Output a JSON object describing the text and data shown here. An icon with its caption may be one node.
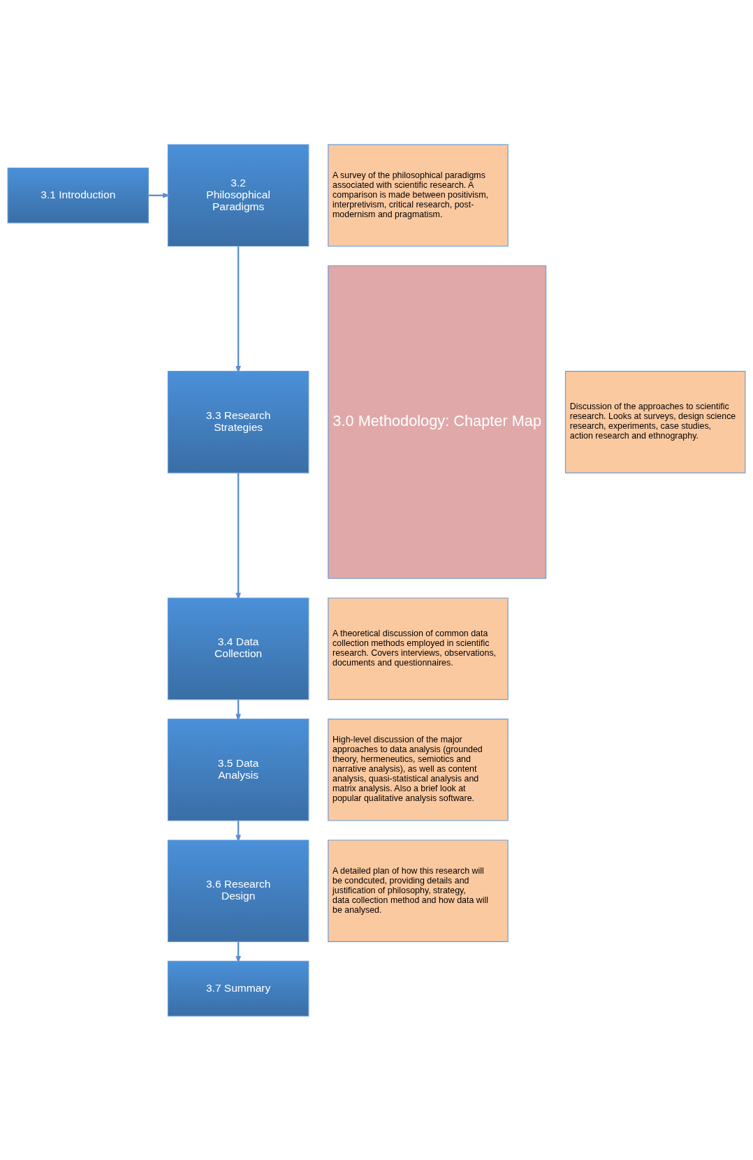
{
  "diagram": {
    "nodes": [
      {
        "text": [
          "3.1 Introduction"
        ]
      },
      {
        "text": [
          "3.2 Philosophical Paradigms"
        ]
      },
      {
        "text": [
          "A survey of the philosophical paradigms associated with scientific research. A comparison is made between positivism, interpretivism, critical research, post-modernism and pragmatism."
        ]
      },
      {
        "text": [
          "3.0 Methodology: Chapter Map"
        ]
      },
      {
        "text": [
          "3.3 Research Strategies"
        ]
      },
      {
        "text": [
          "Discussion of the approaches to scientific research. Looks at surveys, design science research, experiments, case studies, action research and ethnography."
        ]
      },
      {
        "text": [
          "3.4 Data Collection"
        ]
      },
      {
        "text": [
          "A theoretical discussion of common data collection methods employed in scientific research. Covers interviews, observations, documents and questionnaires."
        ]
      },
      {
        "text": [
          "3.5 Data Analysis"
        ]
      },
      {
        "text": [
          "High-level discussion of the major approaches to data analysis (grounded theory, hermeneutics, semiotics and narrative analysis), as well as content analysis, quasi-statistical analysis and matrix analysis. Also a brief look at popular qualitative analysis software."
        ]
      },
      {
        "text": [
          "3.6 Research Design"
        ]
      },
      {
        "text": [
          "A detailed plan of how this research will be condcuted, providing details and justification of philosophy, strategy, data collection method and how data will be analysed."
        ]
      },
      {
        "text": [
          "3.7 Summary"
        ]
      }
    ],
    "edges": [
      {
        "from": 0,
        "to": 1,
        "arrow": "to"
      },
      {
        "from": 1,
        "to": 4,
        "arrow": "to"
      },
      {
        "from": 4,
        "to": 6,
        "arrow": "to"
      },
      {
        "from": 6,
        "to": 8,
        "arrow": "to"
      },
      {
        "from": 8,
        "to": 10,
        "arrow": "to"
      },
      {
        "from": 10,
        "to": 12,
        "arrow": "to"
      }
    ]
  }
}
